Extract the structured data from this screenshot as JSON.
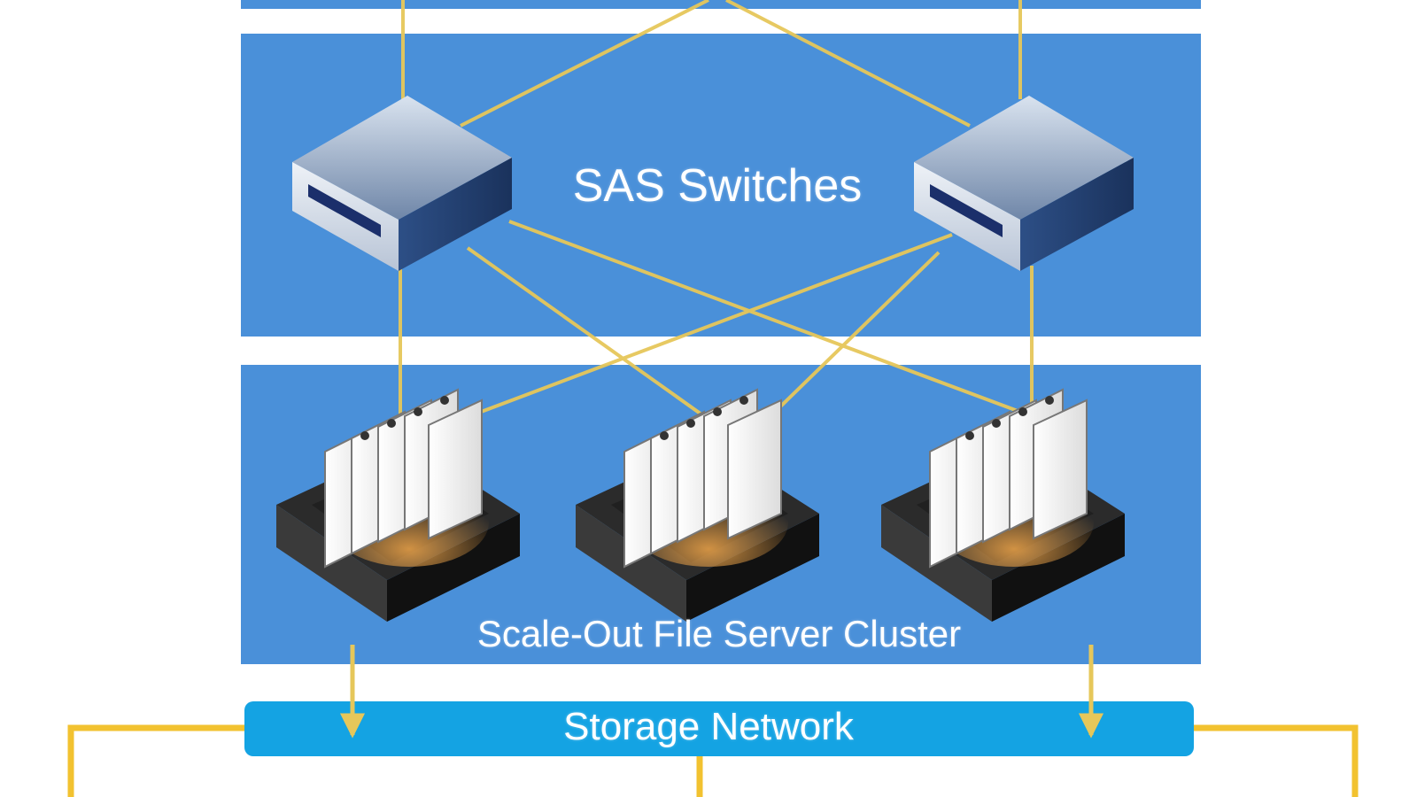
{
  "labels": {
    "switches": "SAS Switches",
    "cluster": "Scale-Out File Server Cluster",
    "storage": "Storage Network"
  },
  "colors": {
    "band": "#4a90d9",
    "storage_bar": "#14a3e3",
    "connector": "#e6c75a",
    "outer_line": "#f2c230",
    "label_text": "#ffffff"
  },
  "icons": {
    "switch": "sas-switch-icon",
    "server": "file-server-node-icon"
  }
}
